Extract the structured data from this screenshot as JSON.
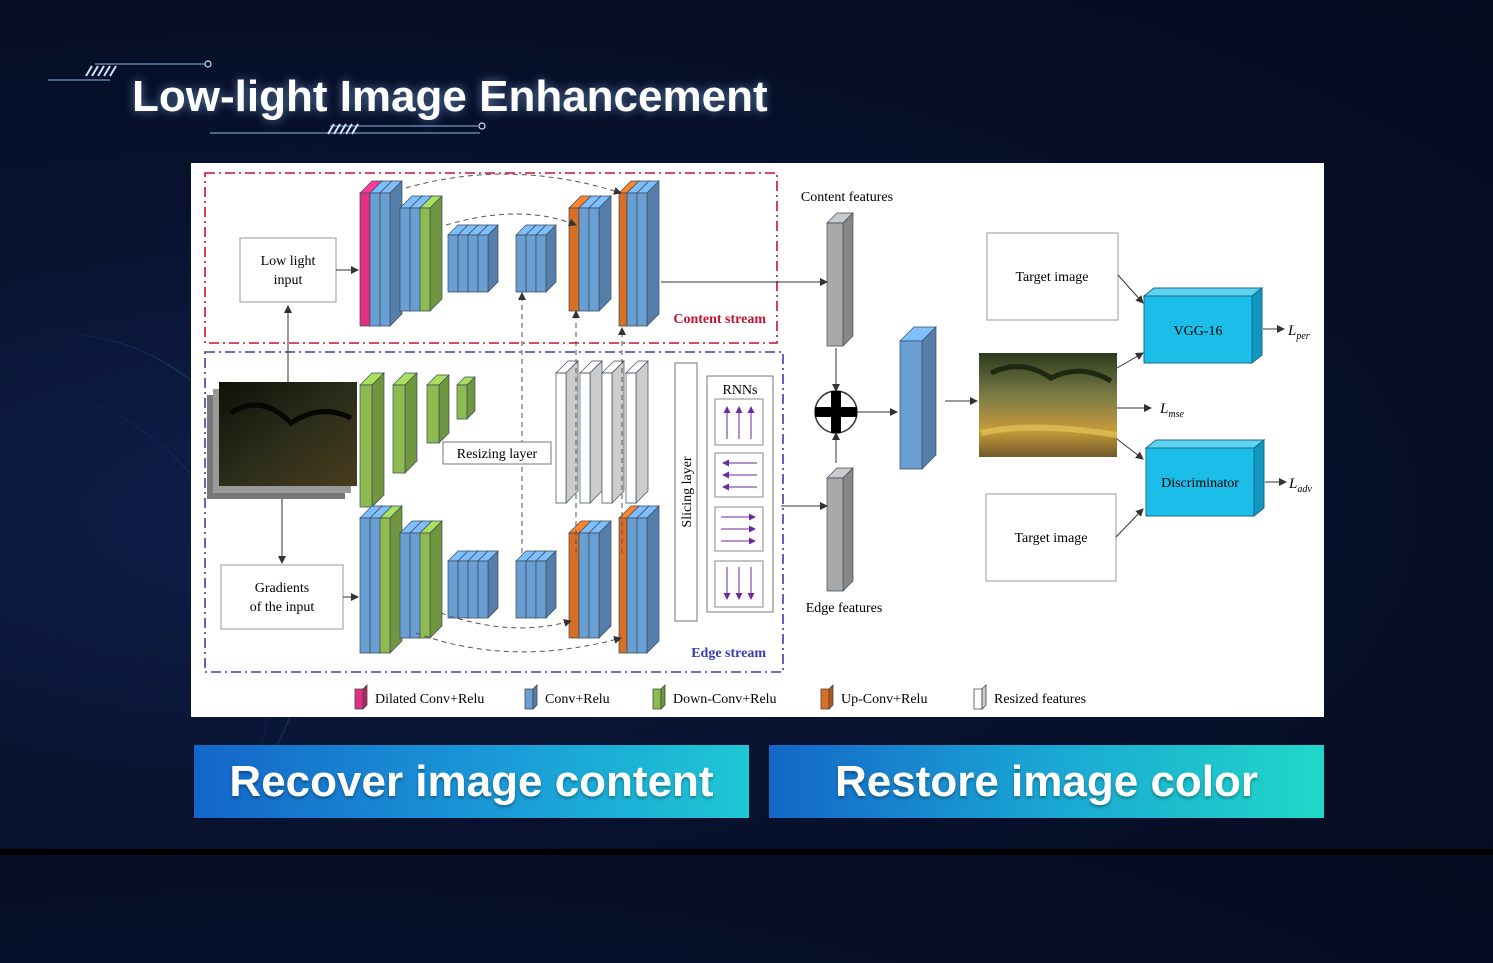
{
  "slide": {
    "title": "Low-light Image Enhancement"
  },
  "diagram": {
    "labels": {
      "low_light_input_line1": "Low light",
      "low_light_input_line2": "input",
      "gradients_line1": "Gradients",
      "gradients_line2": "of the input",
      "resizing_layer": "Resizing layer",
      "slicing_layer": "Slicing layer",
      "rnns": "RNNs",
      "content_stream": "Content stream",
      "edge_stream": "Edge stream",
      "content_features": "Content features",
      "edge_features": "Edge features",
      "target_image_top": "Target image",
      "target_image_bottom": "Target image",
      "vgg16": "VGG-16",
      "discriminator": "Discriminator",
      "loss_per": "L",
      "loss_per_sub": "per",
      "loss_mse": "L",
      "loss_mse_sub": "mse",
      "loss_adv": "L",
      "loss_adv_sub": "adv"
    },
    "legend": [
      {
        "label": "Dilated Conv+Relu",
        "color": "#e0307f"
      },
      {
        "label": "Conv+Relu",
        "color": "#6a9fd4"
      },
      {
        "label": "Down-Conv+Relu",
        "color": "#8dbb4f"
      },
      {
        "label": "Up-Conv+Relu",
        "color": "#d96e25"
      },
      {
        "label": "Resized features",
        "color": "#ffffff"
      }
    ],
    "colors": {
      "conv": "#6a9fd4",
      "down_conv": "#8dbb4f",
      "up_conv": "#d96e25",
      "dilated": "#e0307f",
      "feature_gray": "#a9a9a9",
      "cyan_box": "#1cbde8",
      "content_border": "#c8102e",
      "edge_border": "#3b3bb0",
      "rnn_arrow": "#6b2a9e"
    }
  },
  "banners": {
    "left": "Recover image content",
    "right": "Restore image color"
  }
}
